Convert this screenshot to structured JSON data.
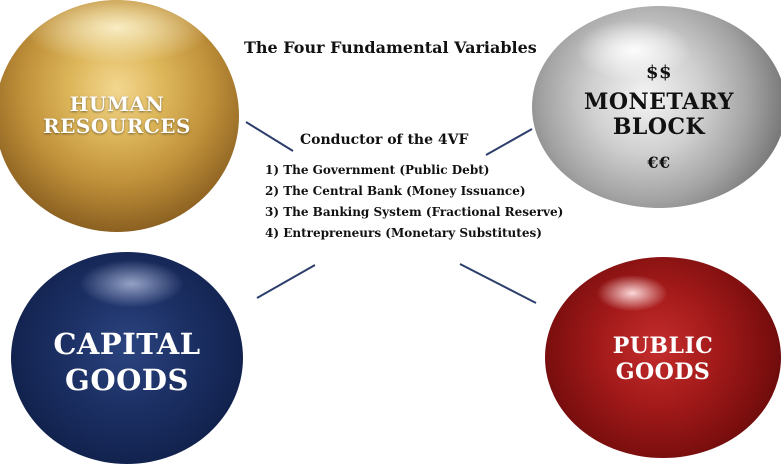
{
  "title": "The Four Fundamental Variables",
  "spheres": {
    "human_resources": {
      "line1": "HUMAN",
      "line2": "RESOURCES",
      "color": "#c9a045"
    },
    "monetary_block": {
      "top_symbol": "$$",
      "line1": "MONETARY",
      "line2": "BLOCK",
      "bottom_symbol": "€€",
      "color": "#a8a8a8"
    },
    "capital_goods": {
      "line1": "CAPITAL",
      "line2": "GOODS",
      "color": "#1a2d5e"
    },
    "public_goods": {
      "line1": "PUBLIC",
      "line2": "GOODS",
      "color": "#8c1212"
    }
  },
  "conductor": {
    "heading": "Conductor of the 4VF",
    "items": [
      "1) The Government (Public Debt)",
      "2) The Central Bank (Money Issuance)",
      "3) The Banking System (Fractional Reserve)",
      "4) Entrepreneurs (Monetary Substitutes)"
    ]
  },
  "connector_color": "#2c3e6b"
}
